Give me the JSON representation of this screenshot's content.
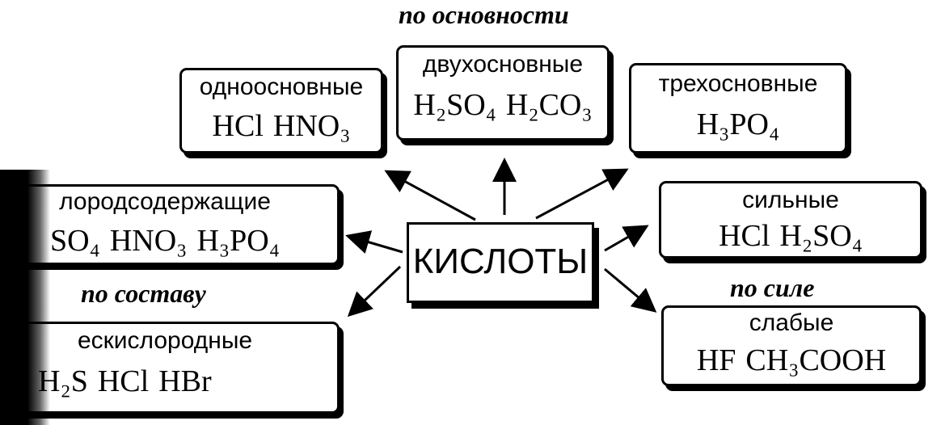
{
  "captions": {
    "basicity": "по основности",
    "composition": "по составу",
    "strength": "по силе"
  },
  "center": "КИСЛОТЫ",
  "boxes": {
    "monobasic": {
      "title": "одноосновные",
      "formulas": [
        "HCl",
        "HNO₃"
      ]
    },
    "dibasic": {
      "title": "двухосновные",
      "formulas": [
        "H₂SO₄",
        "H₂CO₃"
      ]
    },
    "tribasic": {
      "title": "трехосновные",
      "formulas": [
        "H₃PO₄"
      ]
    },
    "oxygen": {
      "title": "лородсодержащие",
      "formulas": [
        "SO₄",
        "HNO₃",
        "H₃PO₄"
      ]
    },
    "oxygenfree": {
      "title": "ескислородные",
      "formulas": [
        "H₂S",
        "HCl",
        "HBr"
      ]
    },
    "strong": {
      "title": "сильные",
      "formulas": [
        "HCl",
        "H₂SO₄"
      ]
    },
    "weak": {
      "title": "слабые",
      "formulas": [
        "HF",
        "CH₃COOH"
      ]
    }
  }
}
